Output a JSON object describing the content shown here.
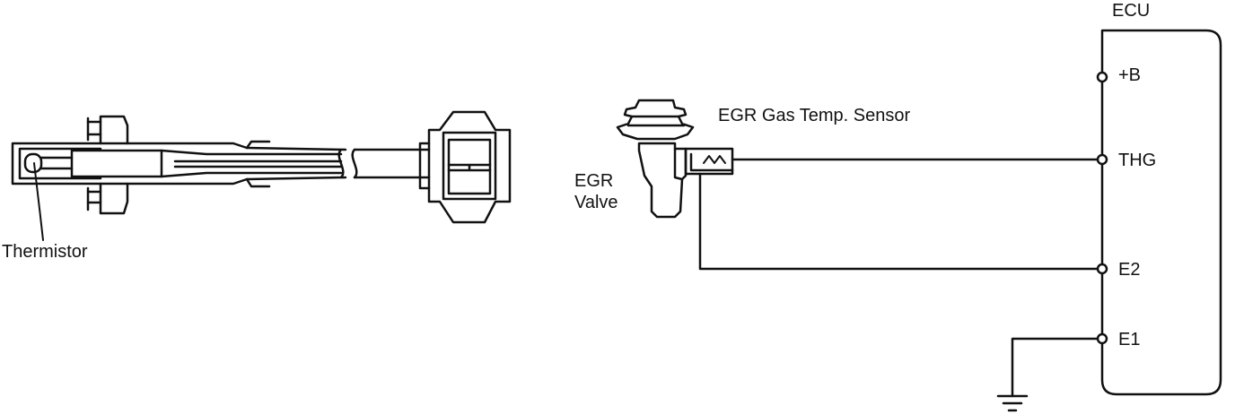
{
  "labels": {
    "thermistor": "Thermistor",
    "egr_sensor": "EGR Gas Temp. Sensor",
    "egr_valve_line1": "EGR",
    "egr_valve_line2": "Valve",
    "ecu": "ECU"
  },
  "ecu_terminals": {
    "plus_b": "+B",
    "thg": "THG",
    "e2": "E2",
    "e1": "E1"
  },
  "colors": {
    "line": "#111111",
    "background": "#ffffff"
  }
}
